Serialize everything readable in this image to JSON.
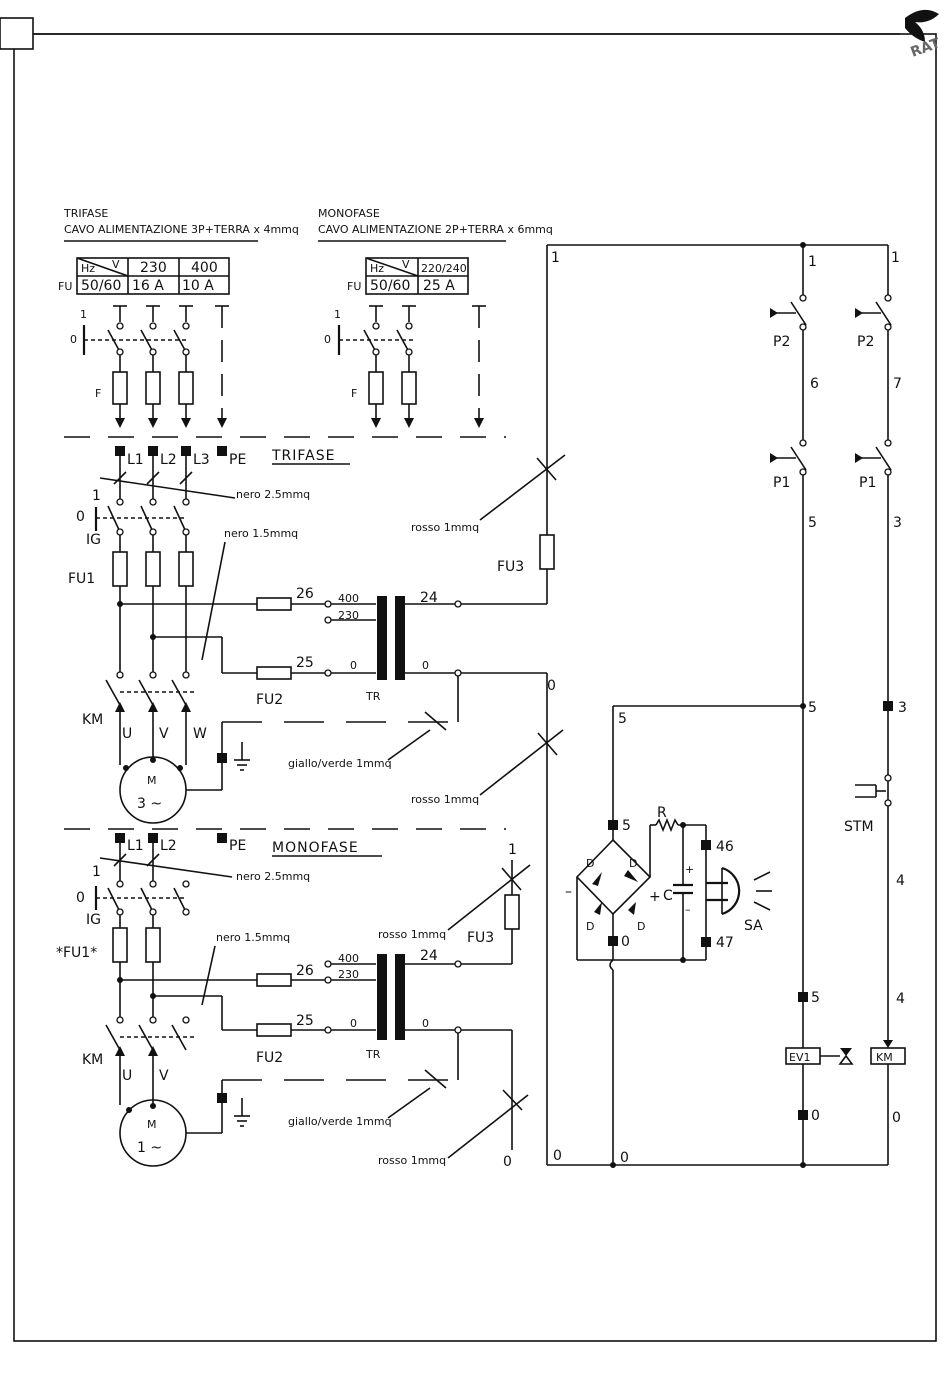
{
  "trifase_header": {
    "line1": "TRIFASE",
    "line2": "CAVO ALIMENTAZIONE 3P+TERRA x 4mmq",
    "tbl_hz": "Hz",
    "tbl_v": "V",
    "tbl_230": "230",
    "tbl_400": "400",
    "tbl_fu": "FU",
    "tbl_5060": "50/60",
    "tbl_16a": "16 A",
    "tbl_10a": "10 A"
  },
  "monofase_header": {
    "line1": "MONOFASE",
    "line2": "CAVO ALIMENTAZIONE 2P+TERRA x 6mmq",
    "tbl_hz": "Hz",
    "tbl_v": "V",
    "tbl_220240": "220/240",
    "tbl_fu": "FU",
    "tbl_5060": "50/60",
    "tbl_25a": "25 A"
  },
  "labels": {
    "switch_1": "1",
    "switch_0": "0",
    "fuse_f": "F",
    "trifase": "TRIFASE",
    "monofase": "MONOFASE",
    "l1": "L1",
    "l2": "L2",
    "l3": "L3",
    "pe": "PE",
    "nero25": "nero 2.5mmq",
    "nero15": "nero 1.5mmq",
    "rosso1": "rosso 1mmq",
    "giallo": "giallo/verde 1mmq",
    "ig": "IG",
    "fu1": "FU1",
    "fu1_star": "*FU1*",
    "fu2": "FU2",
    "fu3": "FU3",
    "tr": "TR",
    "km": "KM",
    "u": "U",
    "v": "V",
    "w": "W",
    "m": "M",
    "m3": "3 ~",
    "m1": "1 ~",
    "n26": "26",
    "n25": "25",
    "n24": "24",
    "n400": "400",
    "n230": "230",
    "n0": "0",
    "n1": "1",
    "n3": "3",
    "n4": "4",
    "n5": "5",
    "n6": "6",
    "n7": "7",
    "n46": "46",
    "n47": "47",
    "p1": "P1",
    "p2": "P2",
    "stm": "STM",
    "ev1": "EV1",
    "d": "D",
    "r": "R",
    "c": "C",
    "sa": "SA",
    "plus": "+",
    "minus": "–"
  },
  "logo": {
    "text": "RAT"
  }
}
